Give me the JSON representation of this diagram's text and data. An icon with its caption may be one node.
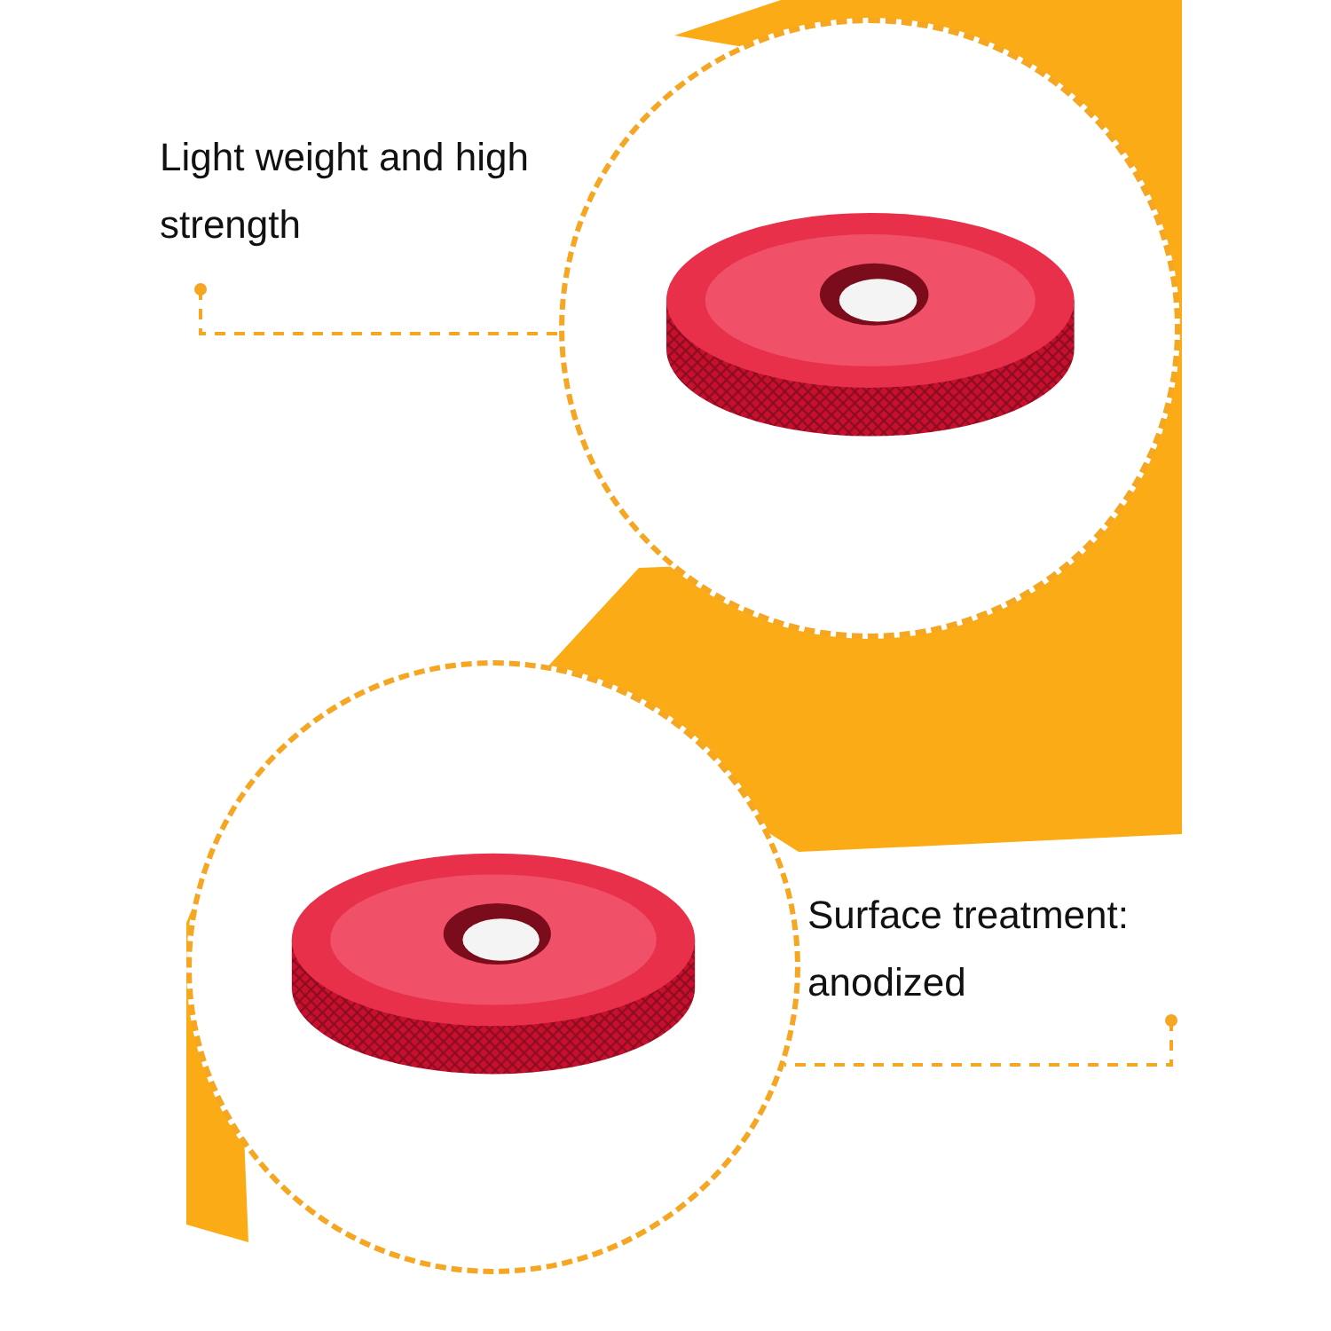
{
  "diagram": {
    "nodes": [
      {
        "text": [
          "Light weight and high strength"
        ]
      },
      {
        "text": [],
        "shape": "picture"
      },
      {
        "text": [],
        "shape": "picture"
      },
      {
        "text": [
          "Surface treatment: anodized"
        ]
      }
    ],
    "edges": [
      {
        "from": 0,
        "to": 1,
        "arrow": "other",
        "style": "dashed"
      },
      {
        "from": 3,
        "to": 2,
        "arrow": "other",
        "style": "dashed"
      }
    ]
  }
}
